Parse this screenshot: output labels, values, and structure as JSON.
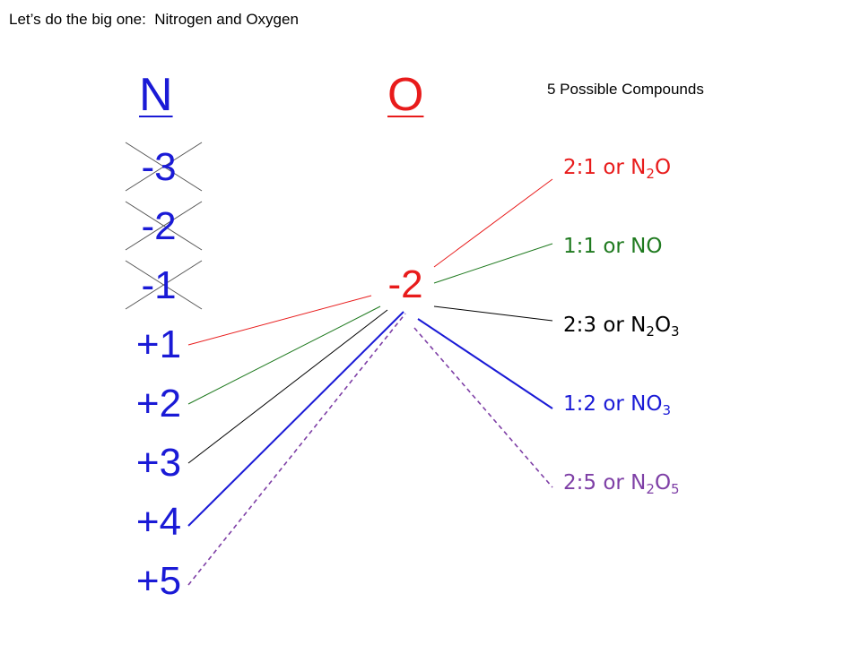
{
  "heading": "Let’s do the big one:  Nitrogen and Oxygen",
  "subheading": "5 Possible Compounds",
  "nitrogen": {
    "symbol": "N",
    "color": "#1a1ad6",
    "states": [
      "-3",
      "-2",
      "-1",
      "+1",
      "+2",
      "+3",
      "+4",
      "+5"
    ],
    "crossed_out": [
      "-3",
      "-2",
      "-1"
    ]
  },
  "oxygen": {
    "symbol": "O",
    "color": "#e81b1b",
    "state": "-2"
  },
  "compounds": [
    {
      "ratio": "2:1",
      "or": " or ",
      "parts": [
        [
          "N",
          ""
        ],
        [
          "",
          "2"
        ],
        [
          "O",
          ""
        ]
      ],
      "color": "#e81b1b",
      "line_color": "#e81b1b",
      "links_state": "+1"
    },
    {
      "ratio": "1:1",
      "or": " or ",
      "parts": [
        [
          "NO",
          ""
        ]
      ],
      "color": "#1f7a1f",
      "line_color": "#1f7a1f",
      "links_state": "+2"
    },
    {
      "ratio": "2:3",
      "or": " or ",
      "parts": [
        [
          "N",
          ""
        ],
        [
          "",
          "2"
        ],
        [
          "O",
          ""
        ],
        [
          "",
          "3"
        ]
      ],
      "color": "#000000",
      "line_color": "#000000",
      "links_state": "+3"
    },
    {
      "ratio": "1:2",
      "or": " or ",
      "parts": [
        [
          "NO",
          ""
        ],
        [
          "",
          "3"
        ]
      ],
      "color": "#1a1ad6",
      "line_color": "#1a1ad6",
      "links_state": "+4"
    },
    {
      "ratio": "2:5",
      "or": " or ",
      "parts": [
        [
          "N",
          ""
        ],
        [
          "",
          "2"
        ],
        [
          "O",
          ""
        ],
        [
          "",
          "5"
        ]
      ],
      "color": "#7e3fa6",
      "line_color": "#7e3fa6",
      "links_state": "+5",
      "dashed": true
    }
  ]
}
